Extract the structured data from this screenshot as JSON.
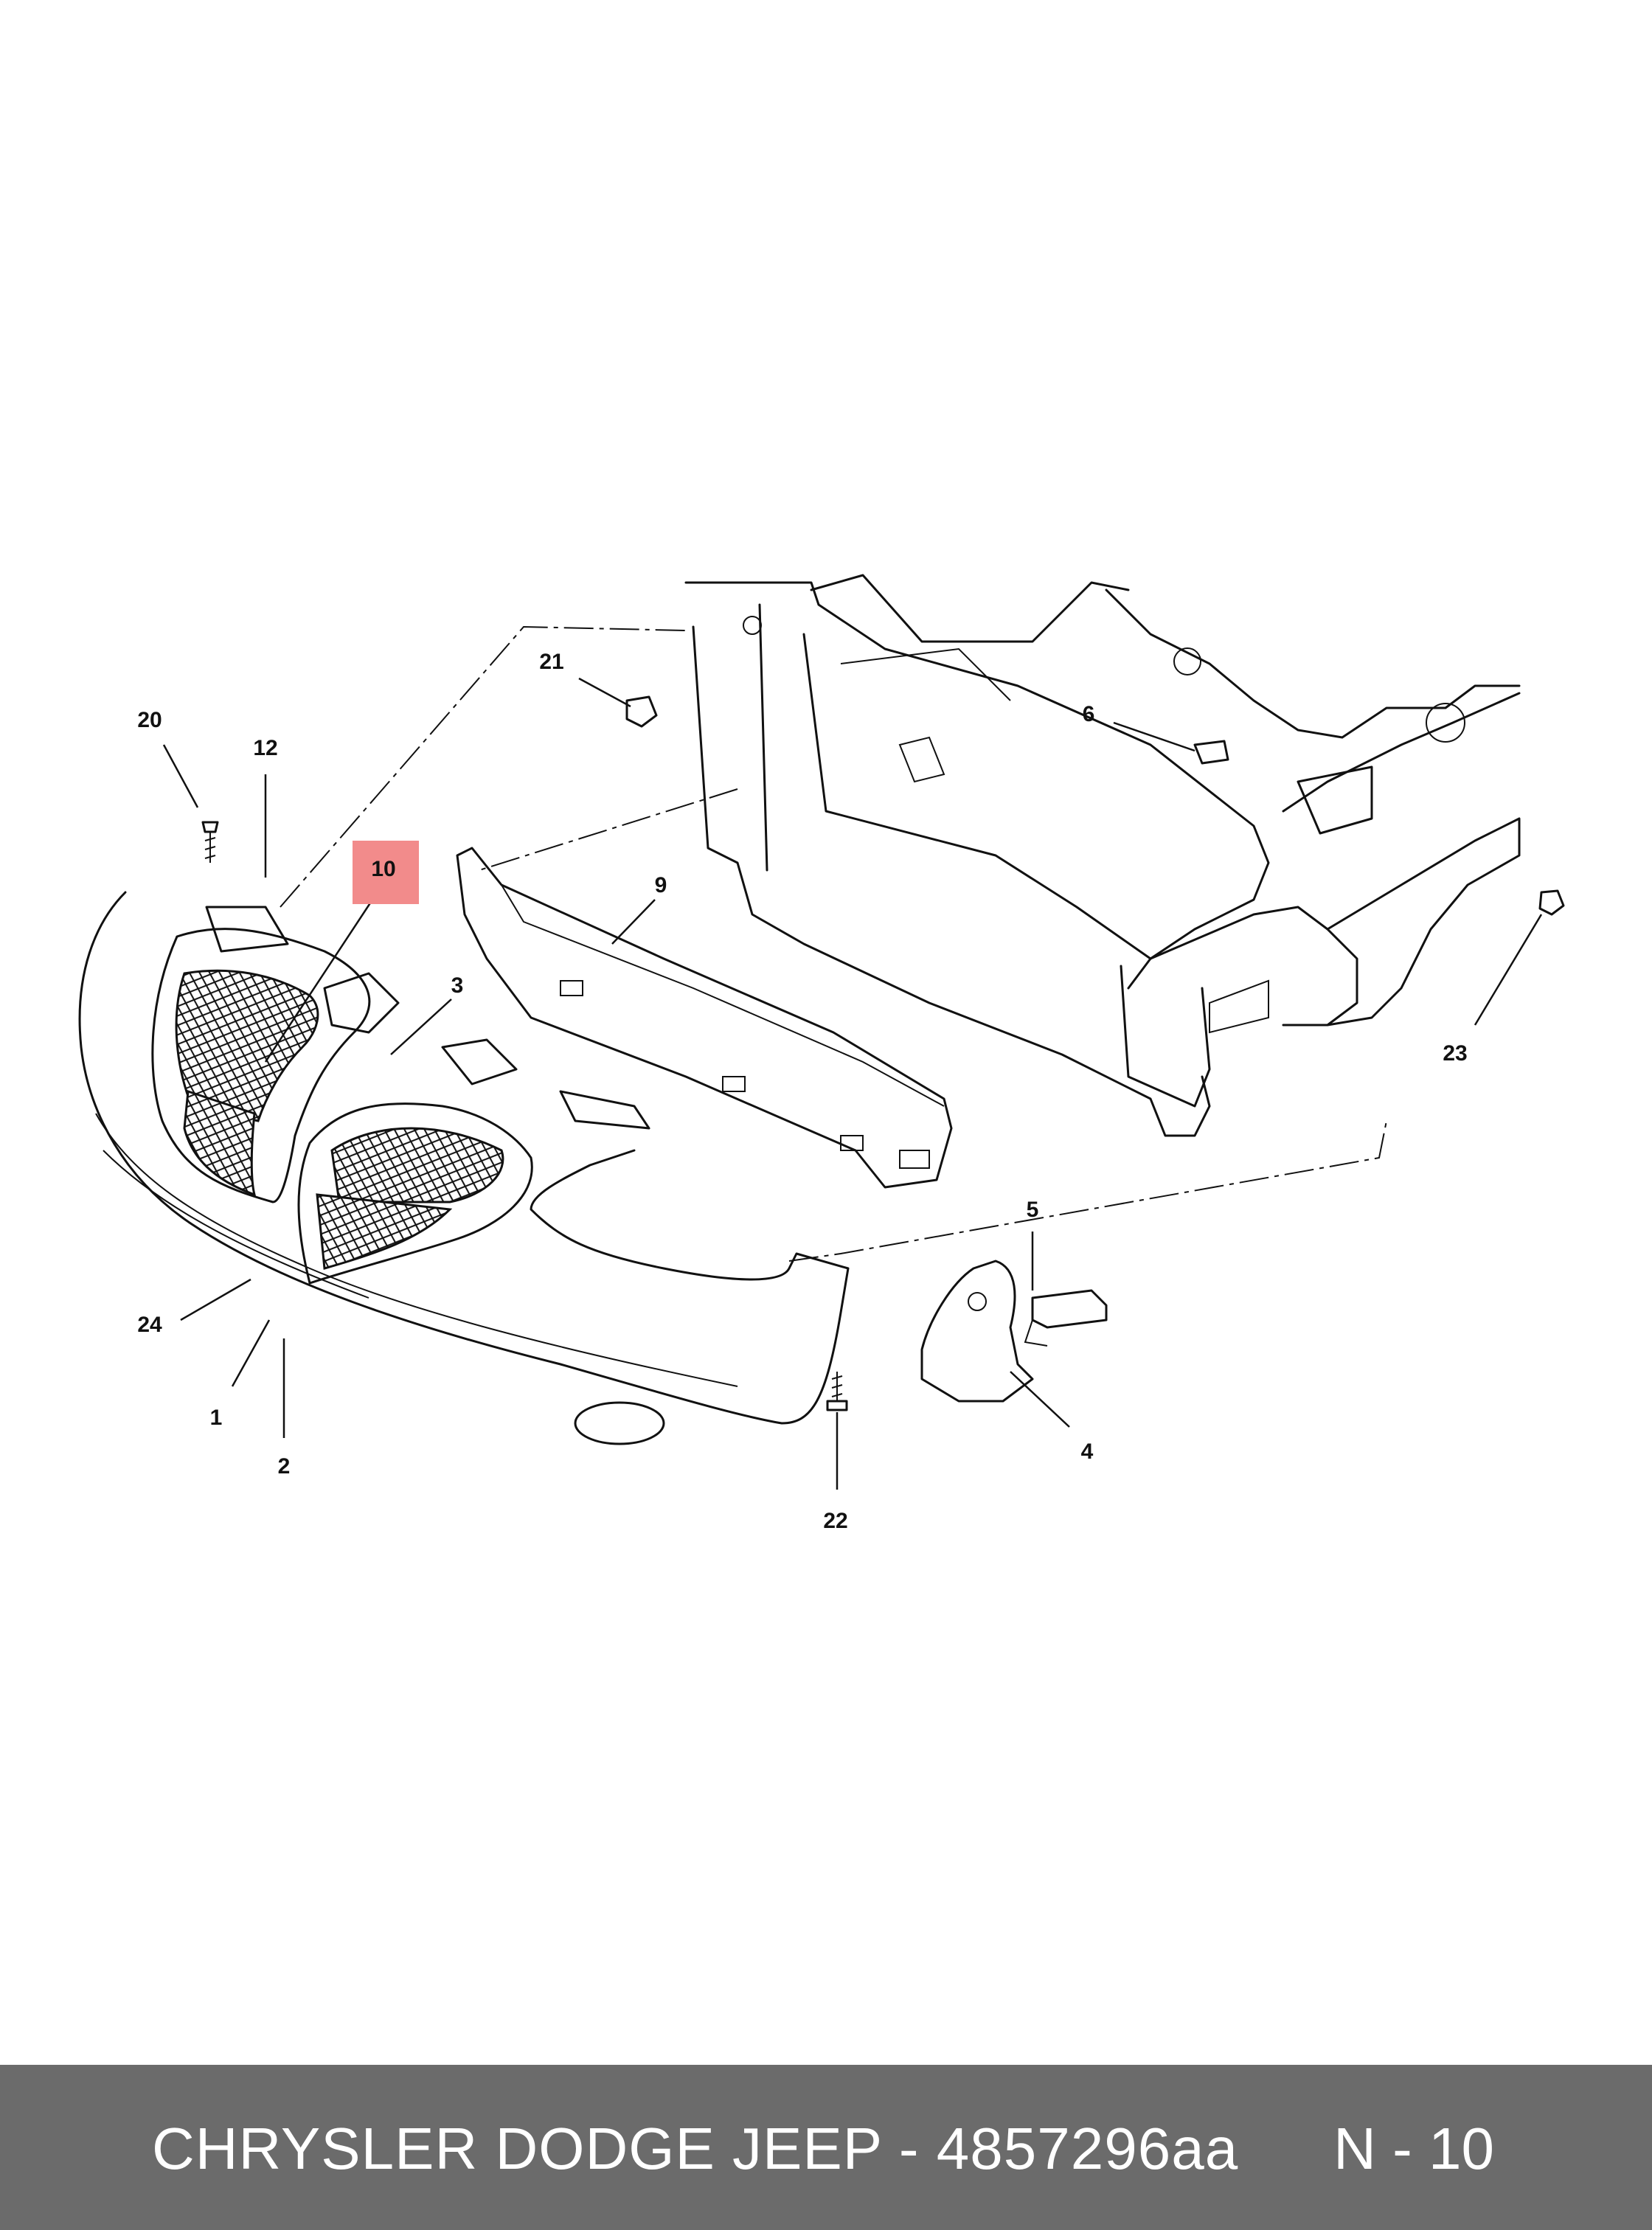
{
  "callouts": [
    {
      "id": "c20",
      "label": "20"
    },
    {
      "id": "c12",
      "label": "12"
    },
    {
      "id": "c10",
      "label": "10",
      "highlight": true
    },
    {
      "id": "c3",
      "label": "3"
    },
    {
      "id": "c21",
      "label": "21"
    },
    {
      "id": "c9",
      "label": "9"
    },
    {
      "id": "c6",
      "label": "6"
    },
    {
      "id": "c23",
      "label": "23"
    },
    {
      "id": "c5",
      "label": "5"
    },
    {
      "id": "c24",
      "label": "24"
    },
    {
      "id": "c1",
      "label": "1"
    },
    {
      "id": "c2",
      "label": "2"
    },
    {
      "id": "c4",
      "label": "4"
    },
    {
      "id": "c22",
      "label": "22"
    }
  ],
  "highlight_color": "#f28b8b",
  "footer": {
    "title": "CHRYSLER DODGE JEEP - 4857296aa",
    "code": "N - 10",
    "background": "#6b6b6b"
  }
}
